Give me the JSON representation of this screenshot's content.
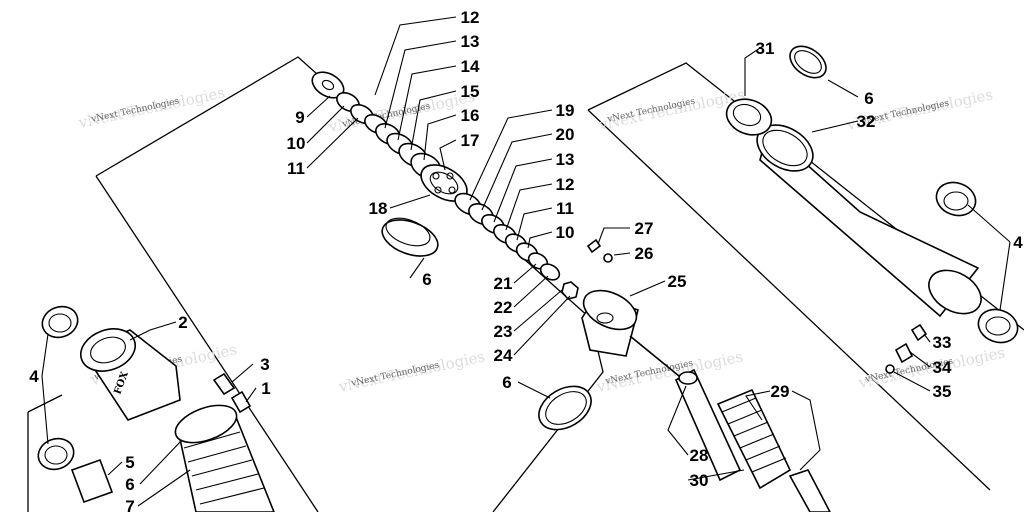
{
  "diagram": {
    "watermark_text": "vNext Technologies",
    "brand_mark": "FOX",
    "callouts": {
      "c1": "12",
      "c2": "13",
      "c3": "14",
      "c4": "15",
      "c5": "16",
      "c6": "17",
      "c7": "9",
      "c8": "10",
      "c9": "11",
      "c10": "18",
      "c11": "6",
      "c12": "19",
      "c13": "20",
      "c14": "13",
      "c15": "12",
      "c16": "11",
      "c17": "10",
      "c18": "21",
      "c19": "22",
      "c20": "23",
      "c21": "24",
      "c22": "6",
      "c23": "27",
      "c24": "26",
      "c25": "25",
      "c26": "31",
      "c27": "6",
      "c28": "32",
      "c29": "4",
      "c30": "33",
      "c31": "34",
      "c32": "35",
      "c33": "29",
      "c34": "28",
      "c35": "30",
      "c36": "2",
      "c37": "3",
      "c38": "1",
      "c39": "4",
      "c40": "5",
      "c41": "6",
      "c42": "7"
    }
  }
}
